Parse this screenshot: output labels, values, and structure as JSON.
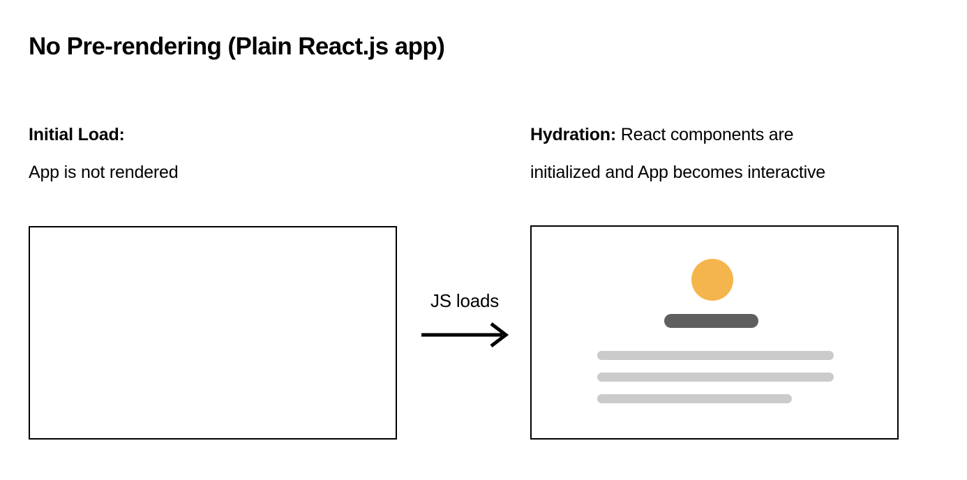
{
  "slide": {
    "title": "No Pre-rendering (Plain React.js app)",
    "background_color": "#ffffff",
    "text_color": "#000000"
  },
  "left_column": {
    "label": "Initial Load:",
    "description": "App is not rendered",
    "frame": {
      "border_color": "#000000",
      "fill_color": "#ffffff",
      "content": "empty"
    }
  },
  "transition": {
    "label": "JS loads",
    "icon": "arrow-right-icon",
    "arrow_color": "#000000"
  },
  "right_column": {
    "label": "Hydration:",
    "description_line_1": "React components are",
    "description_line_2": "initialized and App becomes interactive",
    "frame": {
      "border_color": "#000000",
      "fill_color": "#ffffff"
    },
    "skeleton": {
      "avatar": {
        "shape": "circle",
        "color": "#f5b54d"
      },
      "heading_bar": {
        "shape": "rounded-bar",
        "color": "#5f5f5f"
      },
      "text_lines": [
        {
          "color": "#cbcbcb",
          "width": "full"
        },
        {
          "color": "#cbcbcb",
          "width": "full"
        },
        {
          "color": "#cbcbcb",
          "width": "short"
        }
      ]
    }
  }
}
